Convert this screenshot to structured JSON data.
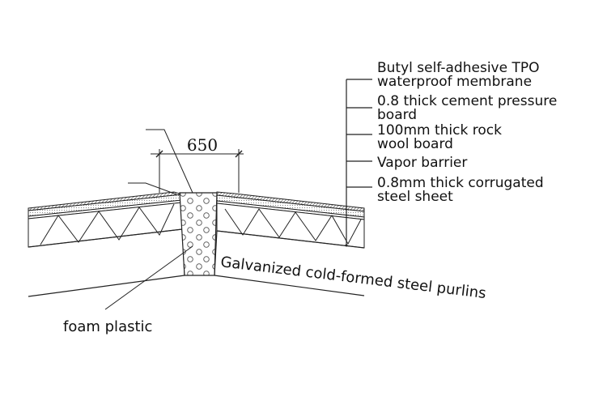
{
  "dimension": {
    "value": "650"
  },
  "layers": [
    {
      "line1": "Butyl self-adhesive TPO",
      "line2": "waterproof membrane"
    },
    {
      "line1": "0.8 thick cement pressure",
      "line2": "board"
    },
    {
      "line1": "100mm thick rock",
      "line2": "wool board"
    },
    {
      "line1": "Vapor barrier",
      "line2": ""
    },
    {
      "line1": "0.8mm thick corrugated",
      "line2": "steel sheet"
    }
  ],
  "purlin_label": "Galvanized cold-formed steel purlins",
  "foam_label": "foam plastic"
}
